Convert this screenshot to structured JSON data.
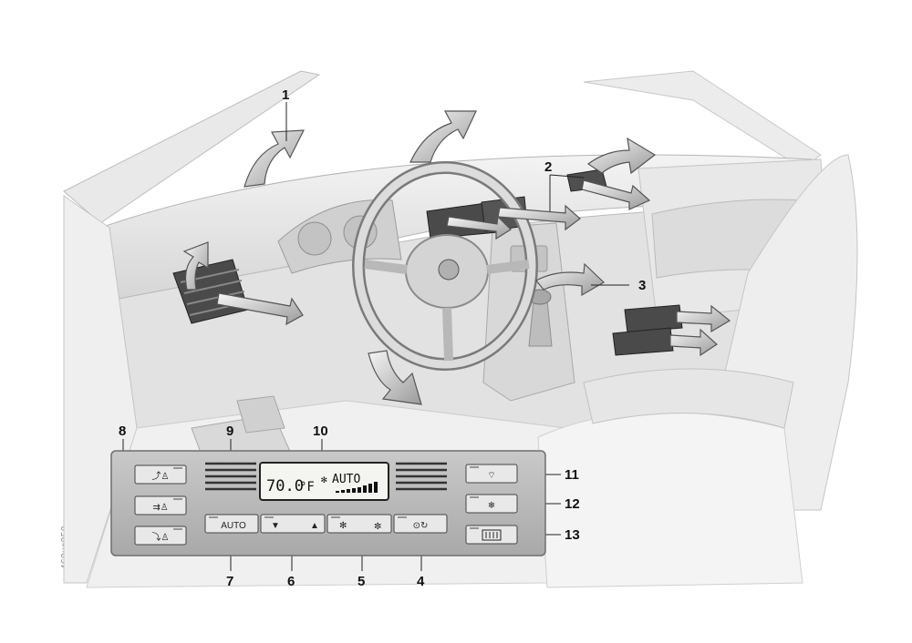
{
  "figure_code": "460us050",
  "callouts": {
    "c1": "1",
    "c2": "2",
    "c3": "3",
    "c4": "4",
    "c5": "5",
    "c6": "6",
    "c7": "7",
    "c8": "8",
    "c9": "9",
    "c10": "10",
    "c11": "11",
    "c12": "12",
    "c13": "13"
  },
  "display": {
    "temperature": "70.0",
    "unit": "°F",
    "mode": "AUTO"
  },
  "buttons": {
    "auto_label": "AUTO",
    "temp_down": "▼",
    "temp_up": "▲"
  }
}
